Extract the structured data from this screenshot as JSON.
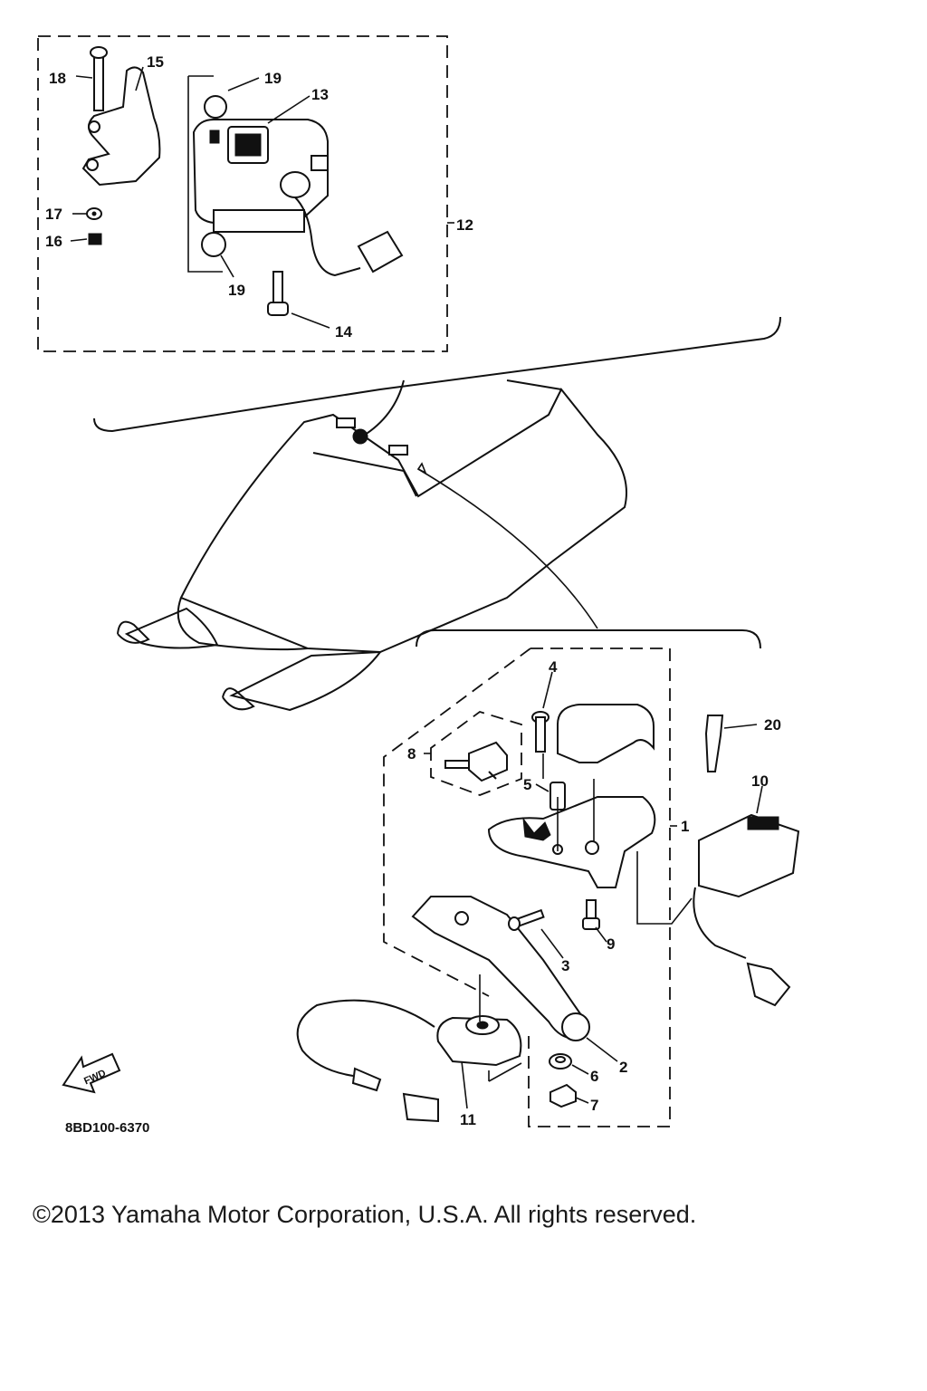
{
  "diagram": {
    "callouts": [
      "1",
      "2",
      "3",
      "4",
      "5",
      "6",
      "7",
      "8",
      "9",
      "10",
      "11",
      "12",
      "13",
      "14",
      "15",
      "16",
      "17",
      "18",
      "19",
      "19",
      "20"
    ],
    "fwd_label": "FWD",
    "part_code": "8BD100-6370"
  },
  "footer": {
    "copyright": "©2013 Yamaha Motor Corporation, U.S.A. All rights reserved."
  }
}
